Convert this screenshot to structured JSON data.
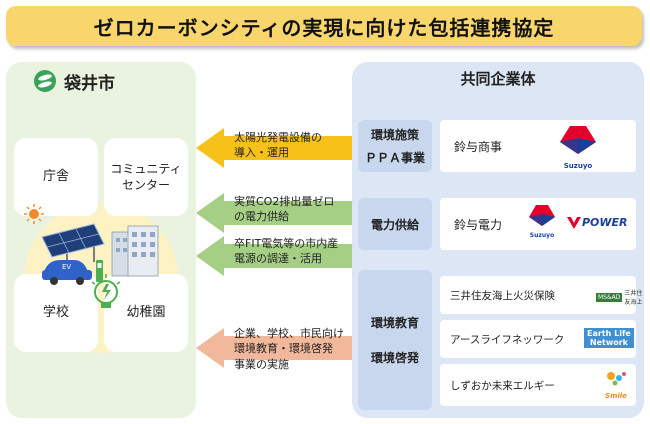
{
  "title": "ゼロカーボンシティの実現に向けた包括連携協定",
  "city": {
    "name": "袋井市",
    "facilities": [
      {
        "label": "庁舎"
      },
      {
        "label": "コミュニティ\nセンター"
      },
      {
        "label": "学校"
      },
      {
        "label": "幼稚園"
      }
    ],
    "ev_label": "EV"
  },
  "arrows": [
    {
      "text": "太陽光発電設備の\n導入・運用",
      "color": "#f6c21a"
    },
    {
      "text": "実質CO2排出量ゼロ\nの電力供給",
      "color": "#a6cf86"
    },
    {
      "text": "卒FIT電気等の市内産\n電源の調達・活用",
      "color": "#a6cf86"
    },
    {
      "text": "企業、学校、市民向け\n環境教育・環境啓発\n事業の実施",
      "color": "#f1b89b"
    }
  ],
  "consortium": {
    "name": "共同企業体",
    "groups": [
      {
        "category": [
          "環境施策",
          "ＰＰＡ事業"
        ],
        "companies": [
          "鈴与商事"
        ]
      },
      {
        "category": [
          "電力供給"
        ],
        "companies": [
          "鈴与電力"
        ]
      },
      {
        "category": [
          "環境教育",
          "環境啓発"
        ],
        "companies": [
          "三井住友海上火災保険",
          "アースライフネッワーク",
          "しずおか未来エルギー"
        ]
      }
    ],
    "logos": {
      "suzuyo": "Suzuyo",
      "jpower": "POWER",
      "msad_a": "MS&AD",
      "msad_b": "三井住友海上",
      "earth_life": "Earth Life\nNetwork",
      "smile": "Smile"
    }
  },
  "colors": {
    "title_bg": "#f8d66b",
    "city_panel": "#eaf3df",
    "jv_panel": "#dce6f4",
    "category_bg": "#c8d7ed",
    "suzuyo_red": "#e4002b",
    "suzuyo_blue": "#1b3e9b"
  }
}
